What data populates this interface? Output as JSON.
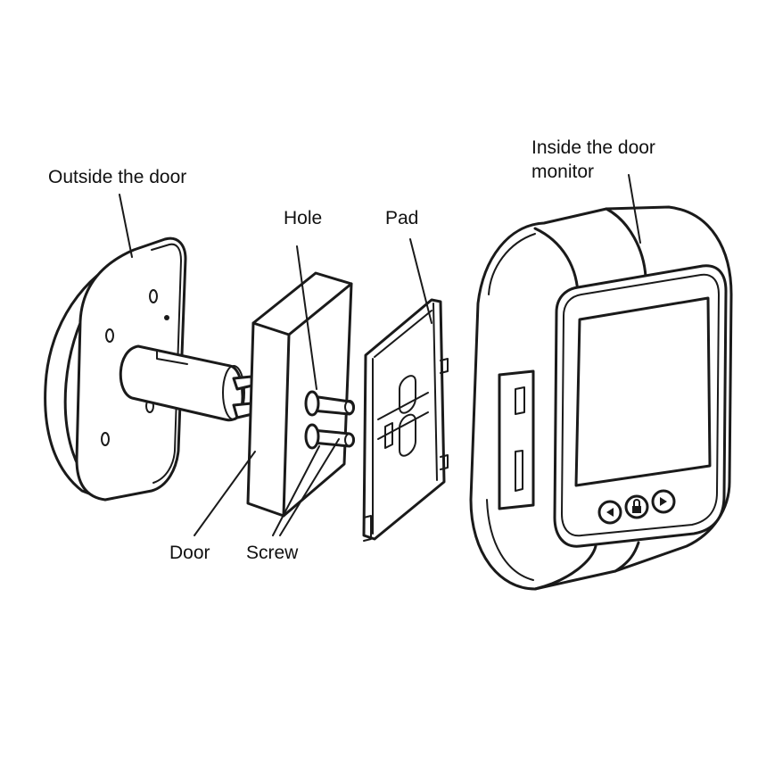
{
  "labels": {
    "outside": "Outside the door",
    "hole": "Hole",
    "pad": "Pad",
    "inside_line1": "Inside the door",
    "inside_line2": "monitor",
    "door": "Door",
    "screw": "Screw"
  },
  "icons": {
    "left_button": "play-left-icon",
    "center_button": "lock-icon",
    "right_button": "play-right-icon"
  },
  "colors": {
    "line": "#1a1a1a",
    "background": "#ffffff"
  }
}
